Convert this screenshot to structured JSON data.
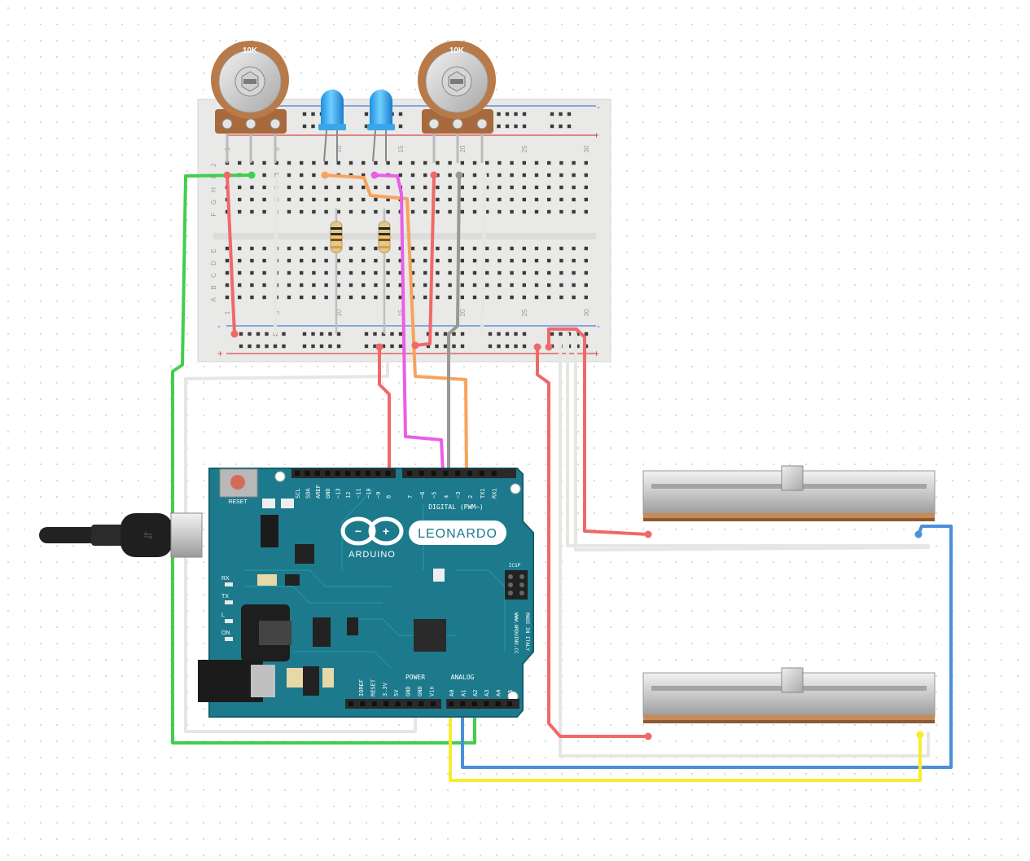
{
  "potentiometers": [
    {
      "value": "10K"
    },
    {
      "value": "10K"
    }
  ],
  "breadboard": {
    "row_labels_top": [
      "J",
      "I",
      "H",
      "G",
      "F"
    ],
    "row_labels_bottom": [
      "E",
      "D",
      "C",
      "B",
      "A"
    ],
    "column_numbers": [
      "1",
      "5",
      "10",
      "15",
      "20",
      "25",
      "30"
    ]
  },
  "arduino": {
    "brand": "ARDUINO",
    "model": "LEONARDO",
    "reset_label": "RESET",
    "digital_label": "DIGITAL (PWM~)",
    "power_label": "POWER",
    "analog_label": "ANALOG",
    "icsp_label": "ICSP",
    "website": "WWW.ARDUINO.CC",
    "made_in": "MADE IN ITALY",
    "rx_led": "RX",
    "tx_led": "TX",
    "l_led": "L",
    "on_led": "ON",
    "top_header_pins": [
      "SCL",
      "SDA",
      "AREF",
      "GND",
      "~13",
      "12",
      "~11",
      "~10",
      "~9",
      "8",
      "7",
      "~6",
      "~5",
      "4",
      "~3",
      "2",
      "TX1",
      "RX1"
    ],
    "power_pins": [
      "IOREF",
      "RESET",
      "3.3V",
      "5V",
      "GND",
      "GND",
      "Vin"
    ],
    "analog_pins": [
      "A0",
      "A1",
      "A2",
      "A3",
      "A4",
      "A5"
    ]
  },
  "wire_colors": {
    "red": "#f16868",
    "white": "#e6e6e3",
    "green": "#3fcf4f",
    "orange": "#f7a35c",
    "magenta": "#ea5ee8",
    "gray": "#9c9890",
    "blue": "#4a90d6",
    "yellow": "#f7ec2e"
  },
  "icons": [
    "usb-cable-icon",
    "led-blue-icon",
    "resistor-icon",
    "slide-potentiometer-icon",
    "rotary-potentiometer-icon"
  ]
}
